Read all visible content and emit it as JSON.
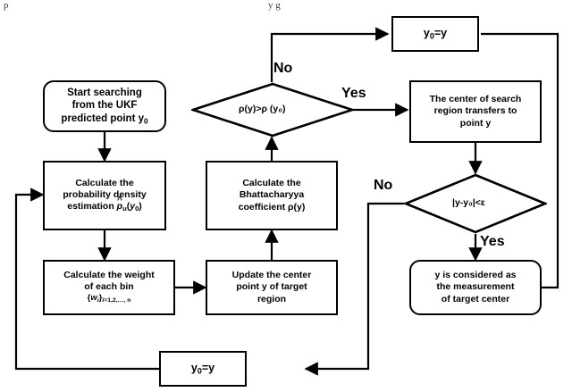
{
  "diagram": {
    "title": "Mean-shift search flowchart with UKF prediction",
    "background": "#ffffff",
    "stroke": "#000000",
    "nodes": {
      "start": {
        "shape": "terminal",
        "lines": [
          "Start searching",
          "from the UKF",
          "predicted point y0"
        ]
      },
      "pdf": {
        "shape": "process",
        "lines": [
          "Calculate the",
          "probability density",
          "estimation p_u(y0)"
        ]
      },
      "weight": {
        "shape": "process",
        "lines": [
          "Calculate the weight",
          "of each bin",
          "{wi}i=1,2,...,n"
        ]
      },
      "update_center": {
        "shape": "process",
        "lines": [
          "Update the center",
          "point y of target",
          "region"
        ]
      },
      "bhatta": {
        "shape": "process",
        "lines": [
          "Calculate the",
          "Bhattacharyya",
          "coefficient p(y)"
        ]
      },
      "decision_rho": {
        "shape": "diamond",
        "label": "ρ(y)>ρ (y₀)"
      },
      "transfer": {
        "shape": "process",
        "lines": [
          "The center of search",
          "region transfers to",
          "point y"
        ]
      },
      "decision_eps": {
        "shape": "diamond",
        "label": "|y-y₀|<ε"
      },
      "measurement": {
        "shape": "terminal",
        "lines": [
          "y is considered as",
          "the measurement",
          "of target center"
        ]
      },
      "assign_top": {
        "shape": "process",
        "label": "y₀=y"
      },
      "assign_bottom": {
        "shape": "process",
        "label": "y₀=y"
      }
    },
    "branch_labels": {
      "rho_no": "No",
      "rho_yes": "Yes",
      "eps_no": "No",
      "eps_yes": "Yes"
    },
    "top_fragment": "y g"
  }
}
